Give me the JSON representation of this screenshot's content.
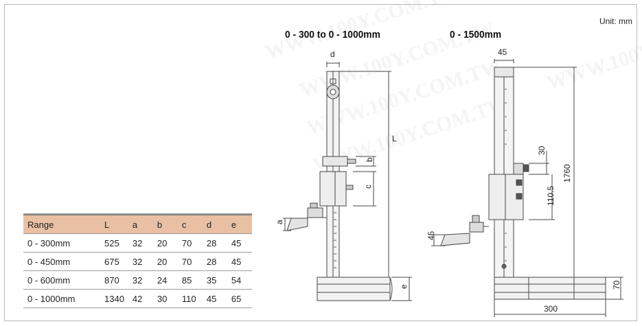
{
  "unit_label": "Unit: mm",
  "watermark_text": "WWW.100Y.COM.TW",
  "diagram_left": {
    "title": "0 - 300 to 0 - 1000mm",
    "dim_labels": {
      "d": "d",
      "L": "L",
      "b": "b",
      "c": "c",
      "a": "a",
      "e": "e"
    }
  },
  "diagram_right": {
    "title": "0 - 1500mm",
    "dim_labels": {
      "width": "45",
      "height": "1760",
      "top": "30",
      "mid": "110.5",
      "jaw": "45",
      "base_h": "70",
      "base_w": "300"
    }
  },
  "spec_table": {
    "headers": [
      "Range",
      "L",
      "a",
      "b",
      "c",
      "d",
      "e"
    ],
    "rows": [
      [
        "0 - 300mm",
        "525",
        "32",
        "20",
        "70",
        "28",
        "45"
      ],
      [
        "0 - 450mm",
        "675",
        "32",
        "20",
        "70",
        "28",
        "45"
      ],
      [
        "0 - 600mm",
        "870",
        "32",
        "24",
        "85",
        "35",
        "54"
      ],
      [
        "0 - 1000mm",
        "1340",
        "42",
        "30",
        "110",
        "45",
        "65"
      ]
    ]
  },
  "colors": {
    "header_bg": "#e9c0a4",
    "border": "#b9b9b9",
    "line": "#444444"
  }
}
